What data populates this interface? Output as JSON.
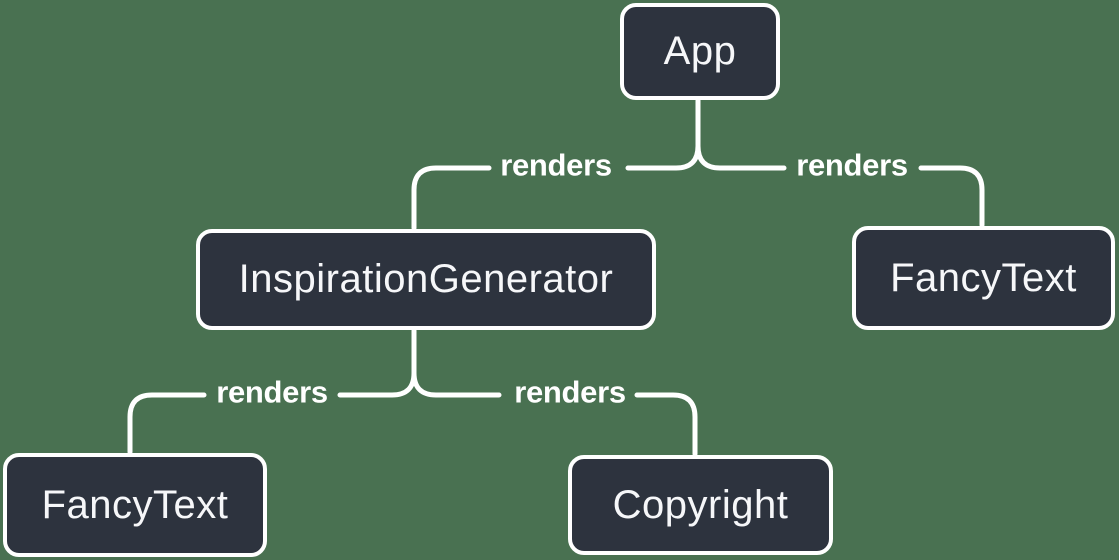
{
  "diagram": {
    "type": "render-tree",
    "colors": {
      "background": "#497151",
      "node_fill": "#2d333e",
      "node_border": "#ffffff",
      "node_text": "#f6f7f9",
      "edge_line": "#ffffff",
      "edge_label_text": "#ffffff"
    },
    "nodes": [
      {
        "id": "app",
        "label": "App"
      },
      {
        "id": "inspiration-generator",
        "label": "InspirationGenerator"
      },
      {
        "id": "fancy-text-right",
        "label": "FancyText"
      },
      {
        "id": "fancy-text-left",
        "label": "FancyText"
      },
      {
        "id": "copyright",
        "label": "Copyright"
      }
    ],
    "edges": [
      {
        "from": "App",
        "to": "InspirationGenerator",
        "label": "renders"
      },
      {
        "from": "App",
        "to": "FancyText",
        "label": "renders"
      },
      {
        "from": "InspirationGenerator",
        "to": "FancyText",
        "label": "renders"
      },
      {
        "from": "InspirationGenerator",
        "to": "Copyright",
        "label": "renders"
      }
    ]
  }
}
